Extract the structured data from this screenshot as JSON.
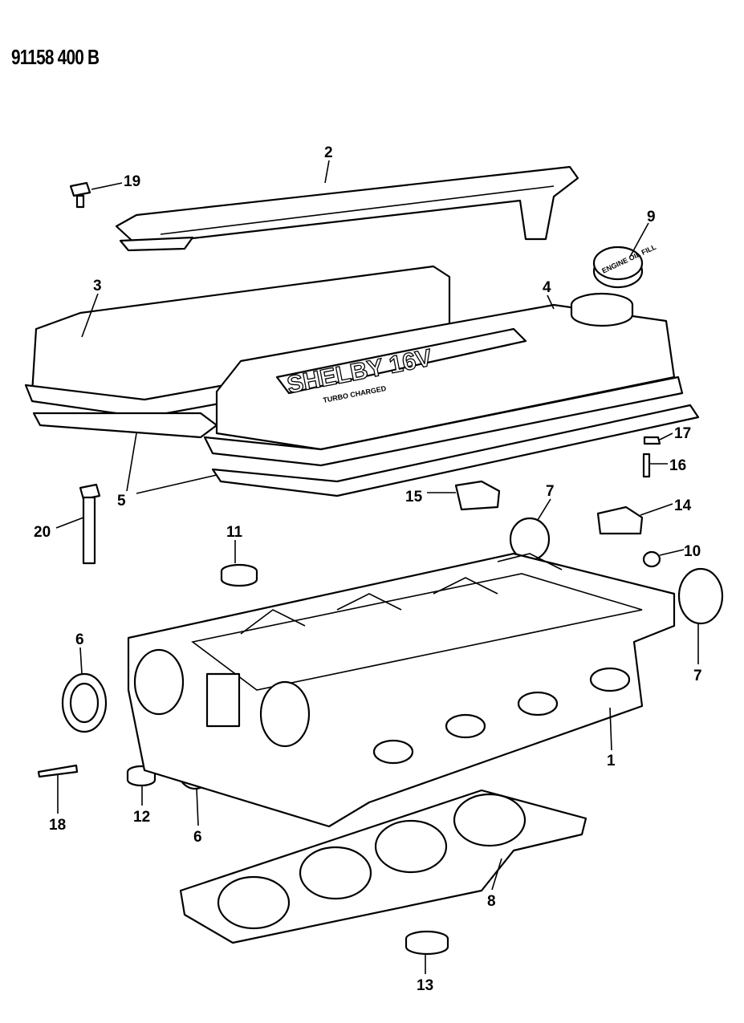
{
  "diagram_ref": "91158 400 B",
  "logo_text": "SHELBY 16V",
  "logo_subtext": "TURBO CHARGED",
  "oil_cap_text": "ENGINE OIL FILL",
  "callouts": [
    "1",
    "2",
    "3",
    "4",
    "5",
    "6",
    "6",
    "7",
    "7",
    "8",
    "9",
    "10",
    "11",
    "12",
    "13",
    "14",
    "15",
    "16",
    "17",
    "18",
    "19",
    "20"
  ]
}
